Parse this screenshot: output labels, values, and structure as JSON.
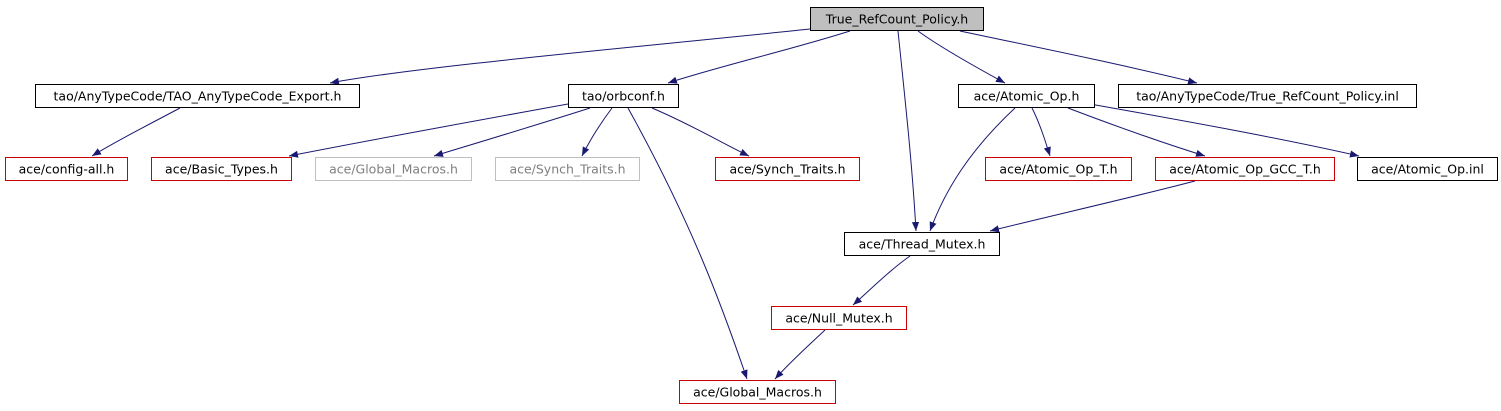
{
  "colors": {
    "edge": "#191970",
    "root_fill": "#bfbfbf",
    "border_black": "#000000",
    "border_red": "#cc0000",
    "border_gray": "#bfbfbf",
    "text_black": "#000000",
    "text_gray": "#7f7f7f"
  },
  "nodes": [
    {
      "id": "root",
      "label": "True_RefCount_Policy.h",
      "style": "root"
    },
    {
      "id": "tao_export",
      "label": "tao/AnyTypeCode/TAO_AnyTypeCode_Export.h",
      "style": "black"
    },
    {
      "id": "tao_orbconf",
      "label": "tao/orbconf.h",
      "style": "black"
    },
    {
      "id": "ace_atomic_op",
      "label": "ace/Atomic_Op.h",
      "style": "black"
    },
    {
      "id": "tao_inl",
      "label": "tao/AnyTypeCode/True_RefCount_Policy.inl",
      "style": "black"
    },
    {
      "id": "ace_config_all",
      "label": "ace/config-all.h",
      "style": "red"
    },
    {
      "id": "ace_basic_types",
      "label": "ace/Basic_Types.h",
      "style": "red"
    },
    {
      "id": "ace_global_macros_gray",
      "label": "ace/Global_Macros.h",
      "style": "gray"
    },
    {
      "id": "ace_synch_traits_gray",
      "label": "ace/Synch_Traits.h",
      "style": "gray"
    },
    {
      "id": "ace_synch_traits_red",
      "label": "ace/Synch_Traits.h",
      "style": "red"
    },
    {
      "id": "ace_atomic_op_t",
      "label": "ace/Atomic_Op_T.h",
      "style": "red"
    },
    {
      "id": "ace_atomic_op_gcc_t",
      "label": "ace/Atomic_Op_GCC_T.h",
      "style": "red"
    },
    {
      "id": "ace_atomic_op_inl",
      "label": "ace/Atomic_Op.inl",
      "style": "black"
    },
    {
      "id": "ace_thread_mutex",
      "label": "ace/Thread_Mutex.h",
      "style": "black"
    },
    {
      "id": "ace_null_mutex",
      "label": "ace/Null_Mutex.h",
      "style": "red"
    },
    {
      "id": "ace_global_macros_red",
      "label": "ace/Global_Macros.h",
      "style": "red"
    }
  ],
  "edges": [
    {
      "from": "root",
      "to": "tao_export"
    },
    {
      "from": "root",
      "to": "tao_orbconf"
    },
    {
      "from": "root",
      "to": "ace_thread_mutex"
    },
    {
      "from": "root",
      "to": "ace_atomic_op"
    },
    {
      "from": "root",
      "to": "tao_inl"
    },
    {
      "from": "tao_export",
      "to": "ace_config_all"
    },
    {
      "from": "tao_orbconf",
      "to": "ace_basic_types"
    },
    {
      "from": "tao_orbconf",
      "to": "ace_global_macros_gray"
    },
    {
      "from": "tao_orbconf",
      "to": "ace_synch_traits_gray"
    },
    {
      "from": "tao_orbconf",
      "to": "ace_synch_traits_red"
    },
    {
      "from": "tao_orbconf",
      "to": "ace_global_macros_red"
    },
    {
      "from": "ace_atomic_op",
      "to": "ace_thread_mutex"
    },
    {
      "from": "ace_atomic_op",
      "to": "ace_atomic_op_t"
    },
    {
      "from": "ace_atomic_op",
      "to": "ace_atomic_op_gcc_t"
    },
    {
      "from": "ace_atomic_op",
      "to": "ace_atomic_op_inl"
    },
    {
      "from": "ace_atomic_op_gcc_t",
      "to": "ace_thread_mutex"
    },
    {
      "from": "ace_thread_mutex",
      "to": "ace_null_mutex"
    },
    {
      "from": "ace_null_mutex",
      "to": "ace_global_macros_red"
    }
  ]
}
